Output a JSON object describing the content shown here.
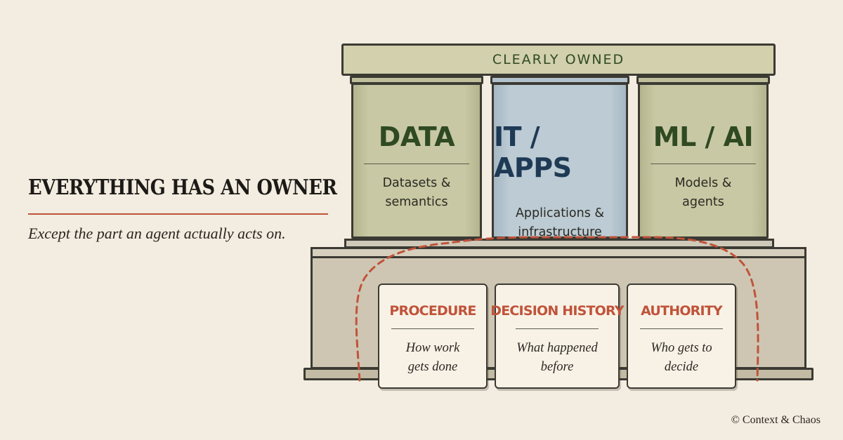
{
  "heading": {
    "title": "EVERYTHING HAS AN OWNER",
    "subtitle": "Except the part an agent actually acts on."
  },
  "roof": {
    "label": "CLEARLY OWNED"
  },
  "pillars": [
    {
      "title": "DATA",
      "description": "Datasets &\nsemantics",
      "color": "#c8c8a4"
    },
    {
      "title": "IT / APPS",
      "description": "Applications &\ninfrastructure",
      "color": "#bccbd4"
    },
    {
      "title": "ML / AI",
      "description": "Models &\nagents",
      "color": "#c8c8a4"
    }
  ],
  "unowned": [
    {
      "title": "PROCEDURE",
      "description": "How work\ngets done"
    },
    {
      "title": "DECISION HISTORY",
      "description": "What happened\nbefore"
    },
    {
      "title": "AUTHORITY",
      "description": "Who gets to\ndecide"
    }
  ],
  "footer": {
    "copyright": "© Context & Chaos"
  },
  "colors": {
    "accent": "#c0533a",
    "text_dark": "#1c1a17",
    "pillar_green": "#c8c8a4",
    "pillar_blue": "#bccbd4",
    "background": "#f3ece0"
  }
}
